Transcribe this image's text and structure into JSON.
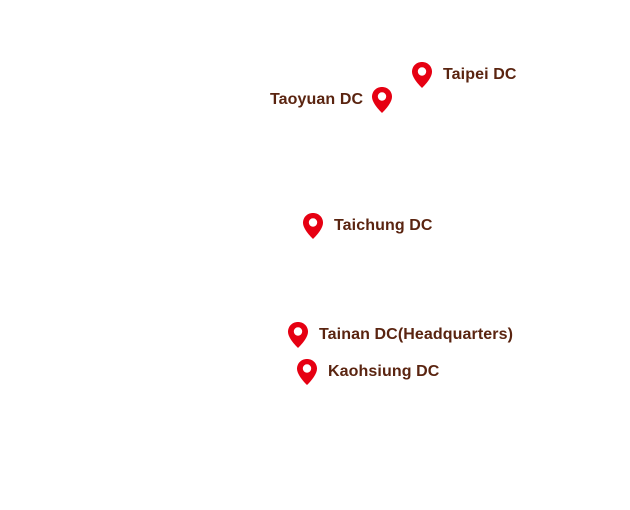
{
  "colors": {
    "pin": "#e60012",
    "pin_center": "#ffffff",
    "label": "#5a2410"
  },
  "markers": [
    {
      "id": "taipei",
      "label": "Taipei DC",
      "icon": "map-pin-icon"
    },
    {
      "id": "taoyuan",
      "label": "Taoyuan DC",
      "icon": "map-pin-icon"
    },
    {
      "id": "taichung",
      "label": "Taichung DC",
      "icon": "map-pin-icon"
    },
    {
      "id": "tainan",
      "label": "Tainan DC(Headquarters)",
      "icon": "map-pin-icon"
    },
    {
      "id": "kaohsiung",
      "label": "Kaohsiung DC",
      "icon": "map-pin-icon"
    }
  ]
}
